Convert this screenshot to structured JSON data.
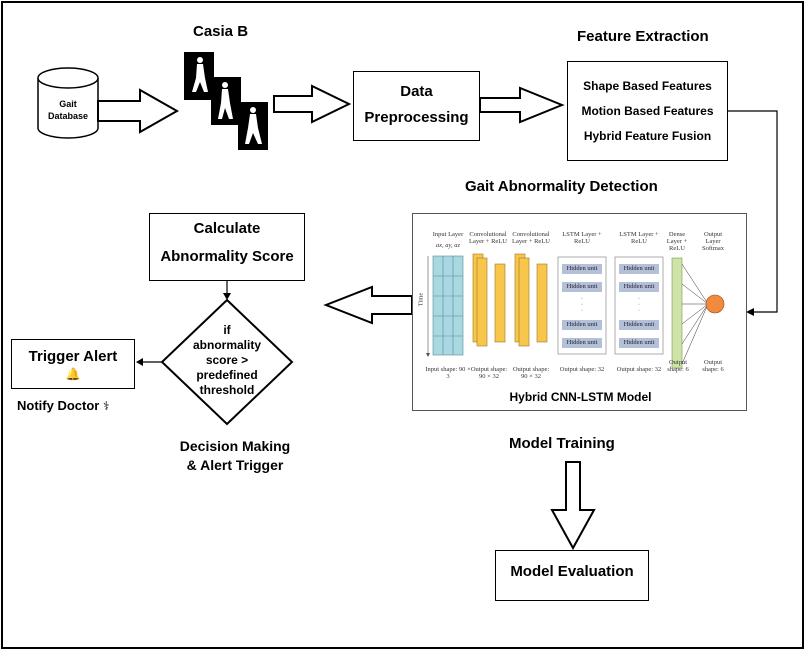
{
  "database": {
    "line1": "Gait",
    "line2": "Database"
  },
  "casia": {
    "title": "Casia B"
  },
  "preprocessing": {
    "line1": "Data",
    "line2": "Preprocessing"
  },
  "feature_extraction": {
    "title": "Feature Extraction",
    "items": [
      "Shape Based Features",
      "Motion Based Features",
      "Hybrid Feature Fusion"
    ]
  },
  "detection": {
    "title": "Gait Abnormality Detection"
  },
  "model": {
    "caption": "Hybrid CNN-LSTM Model",
    "layers": {
      "input": "Input Layer",
      "input_vars": "ax, ay, az",
      "time": "Time",
      "conv1": "Convolutional Layer + ReLU",
      "conv2": "Convolutional Layer + ReLU",
      "lstm1": "LSTM Layer + ReLU",
      "lstm2": "LSTM Layer + ReLU",
      "dense": "Dense Layer + ReLU",
      "output": "Output Layer Softmax"
    },
    "hidden_unit": "Hidden unit",
    "dots": "·",
    "shapes": {
      "input": "Input shape: 90 × 3",
      "conv1": "Output shape: 90 × 32",
      "conv2": "Output shape: 90 × 32",
      "lstm1": "Output shape: 32",
      "lstm2": "Output shape: 32",
      "dense": "Output shape: 6",
      "output": "Output shape: 6"
    }
  },
  "score": {
    "line1": "Calculate",
    "line2": "Abnormality Score"
  },
  "decision": {
    "lines": [
      "if",
      "abnormality",
      "score >",
      "predefined",
      "threshold"
    ]
  },
  "decision_caption": {
    "line1": "Decision Making",
    "line2": "& Alert Trigger"
  },
  "alert": {
    "title": "Trigger Alert",
    "notify": "Notify Doctor"
  },
  "training": {
    "title": "Model Training"
  },
  "evaluation": {
    "title": "Model Evaluation"
  },
  "colors": {
    "conv": "#f7c64a",
    "lstm_box": "#ffffff",
    "hidden": "#b4bfd8",
    "dense": "#cfe2a8",
    "output_node": "#f08a3c",
    "input_grid": "#a8d8e0"
  },
  "icons": {
    "bell": "bell-icon",
    "stethoscope": "stethoscope-icon",
    "database": "database-cylinder-icon"
  }
}
